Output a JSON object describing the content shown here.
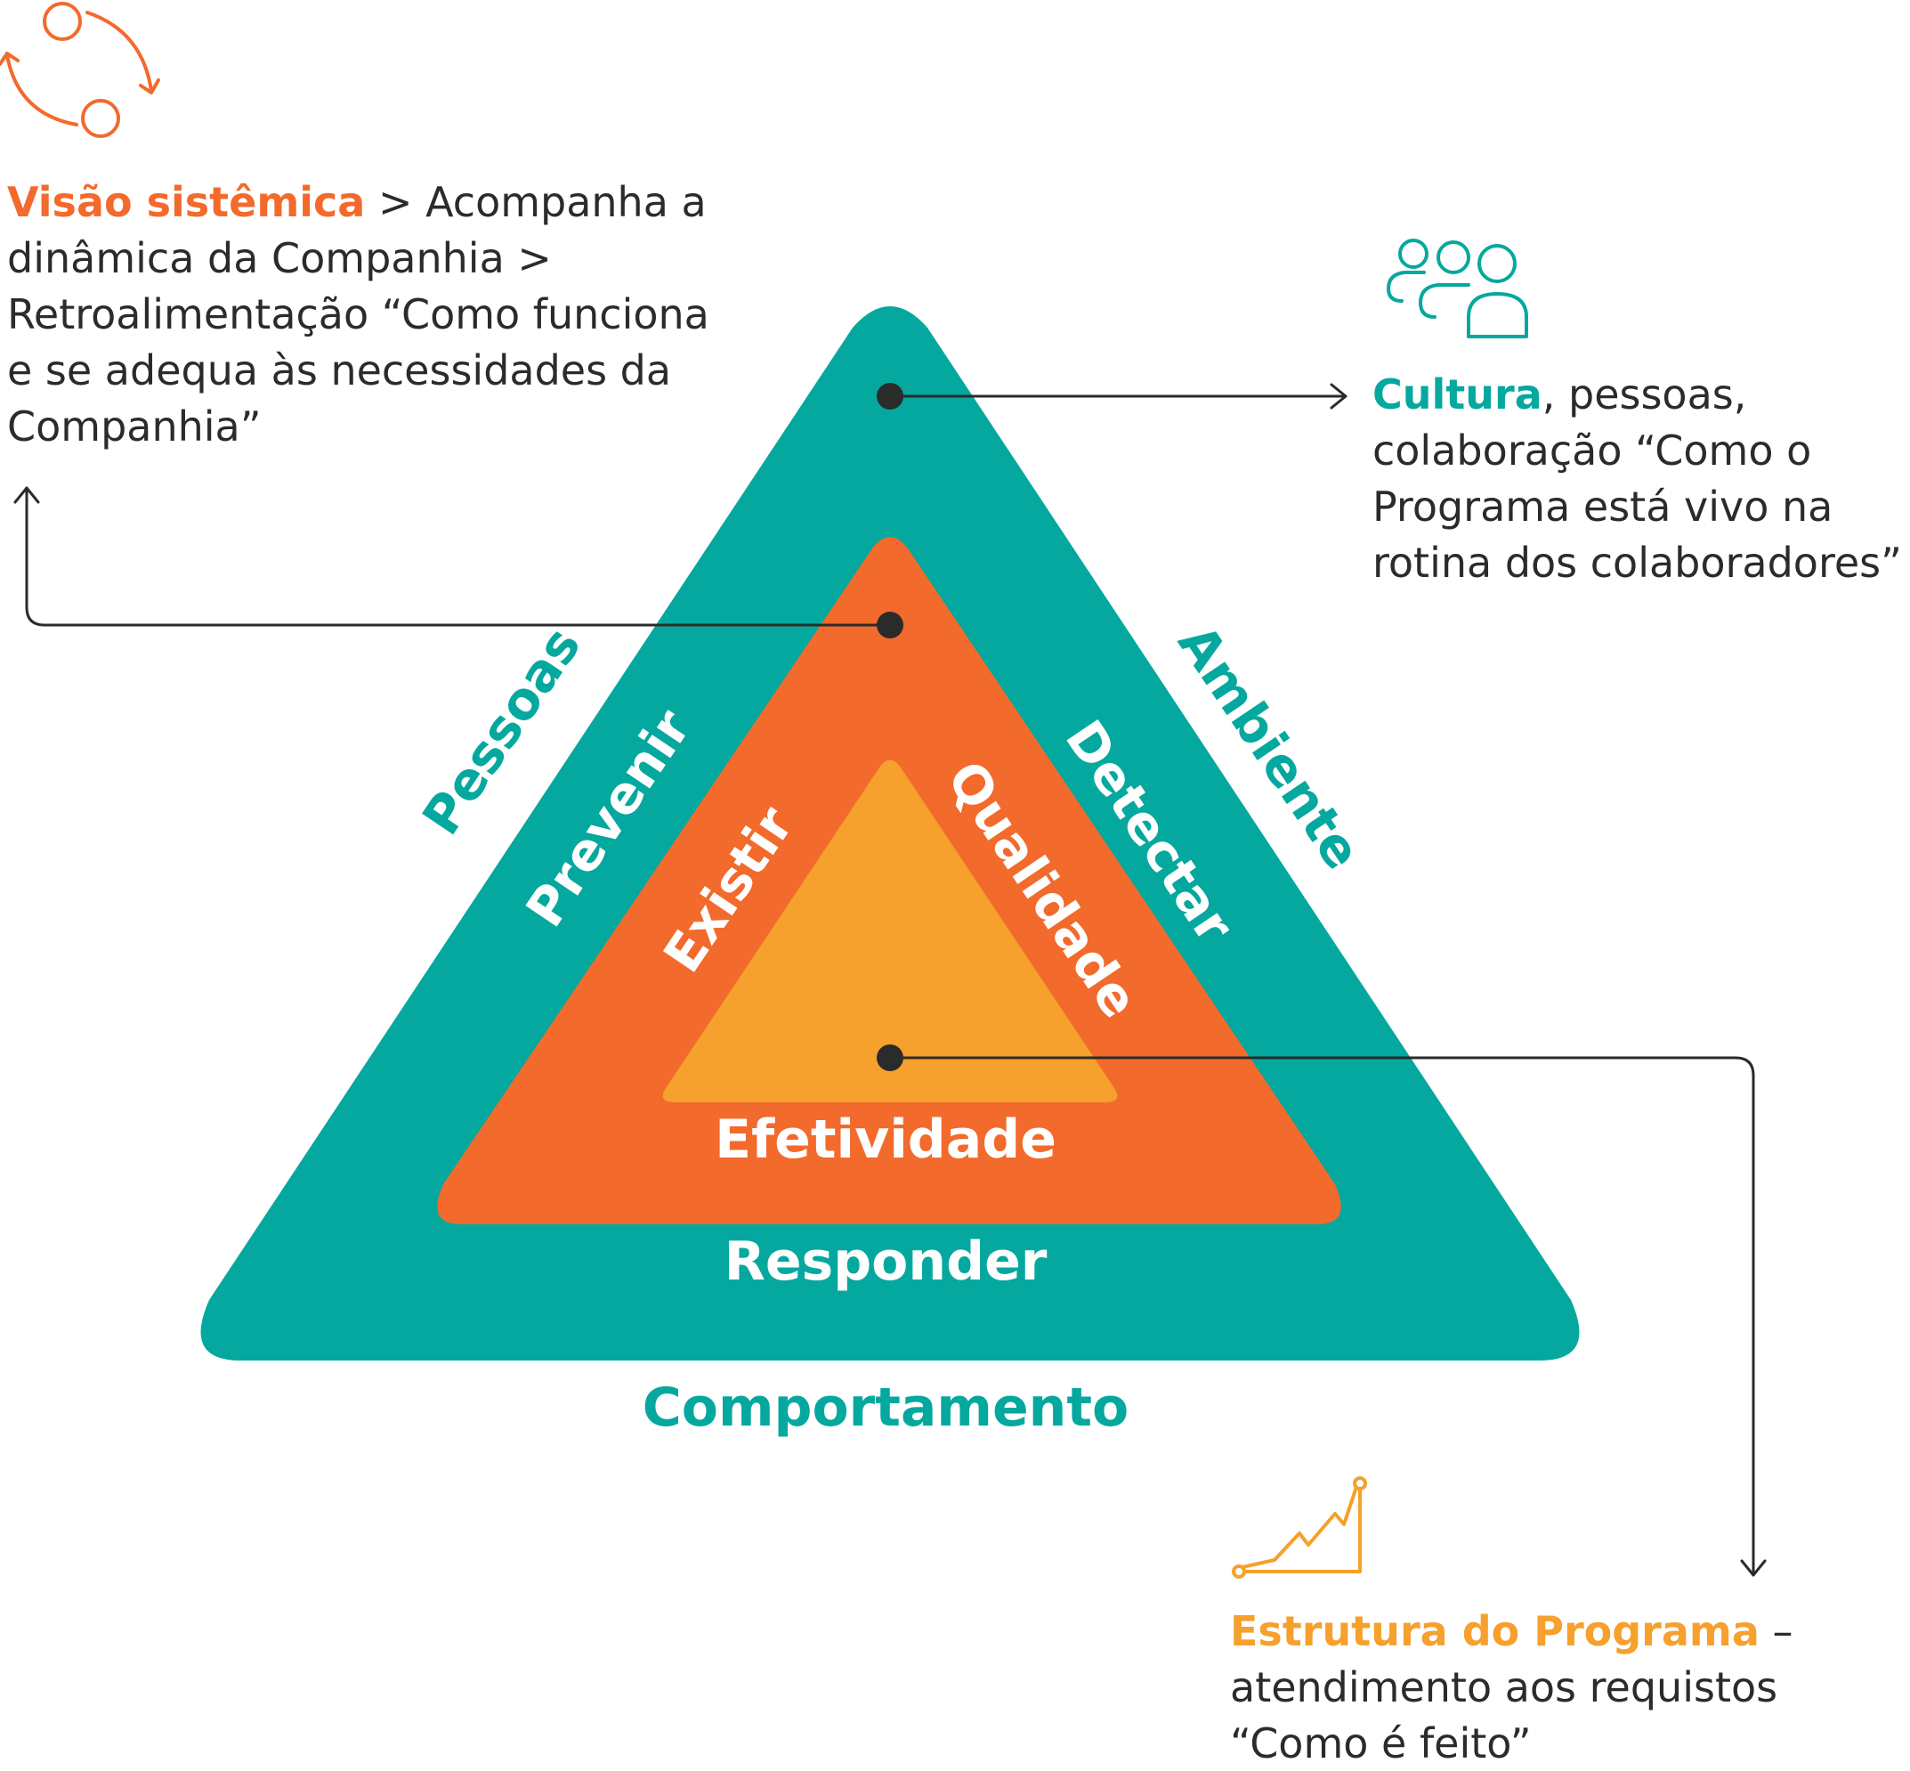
{
  "colors": {
    "teal": "#05a89e",
    "orange": "#f26a2c",
    "yellow": "#f6a02d",
    "text": "#2b2b2b",
    "white": "#ffffff"
  },
  "icons": {
    "visao": "cycle-arrows-icon",
    "cultura": "people-group-icon",
    "estrutura": "growth-chart-icon"
  },
  "triangle": {
    "outer": {
      "left_label": "Pessoas",
      "right_label": "Ambiente",
      "bottom_label": "Comportamento"
    },
    "middle": {
      "left_label": "Prevenir",
      "right_label": "Detectar",
      "bottom_label": "Responder"
    },
    "inner": {
      "left_label": "Existir",
      "right_label": "Qualidade",
      "bottom_label": "Efetividade"
    }
  },
  "callouts": {
    "visao": {
      "highlight": "Visão sistêmica",
      "text": " > Acompanha a dinâmica da Companhia > Retroalimentação “Como funciona e se adequa às necessidades da Companhia”"
    },
    "cultura": {
      "highlight": "Cultura",
      "text": ", pessoas, colaboração “Como o Programa está vivo na rotina dos colaboradores”"
    },
    "estrutura": {
      "highlight": "Estrutura do Programa",
      "text": " – atendimento aos requistos “Como é feito”"
    }
  }
}
